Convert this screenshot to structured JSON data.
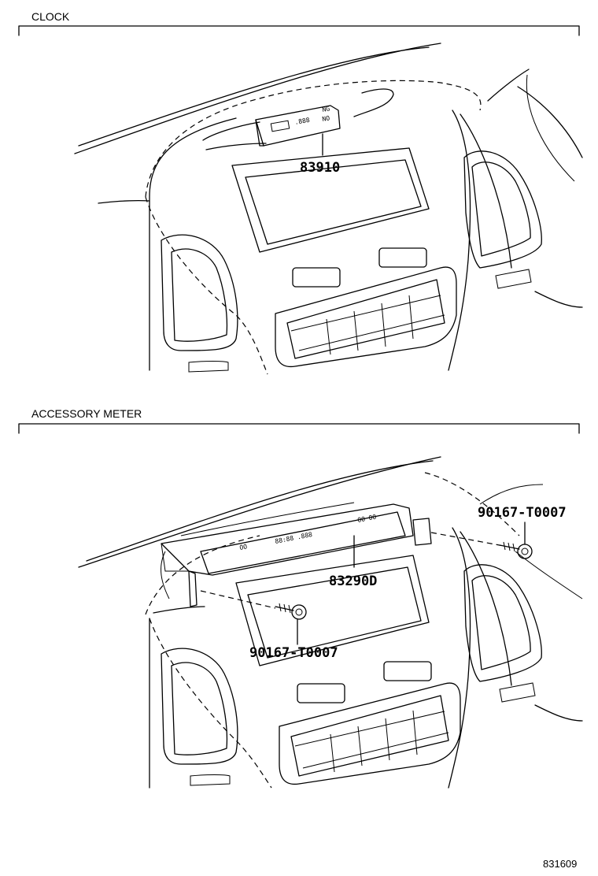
{
  "sections": [
    {
      "title": "CLOCK",
      "callouts": [
        {
          "part_number": "83910"
        }
      ]
    },
    {
      "title": "ACCESSORY METER",
      "callouts": [
        {
          "part_number": "90167-T0007"
        },
        {
          "part_number": "83290D"
        },
        {
          "part_number": "90167-T0007"
        }
      ]
    }
  ],
  "figure_id": "831609"
}
